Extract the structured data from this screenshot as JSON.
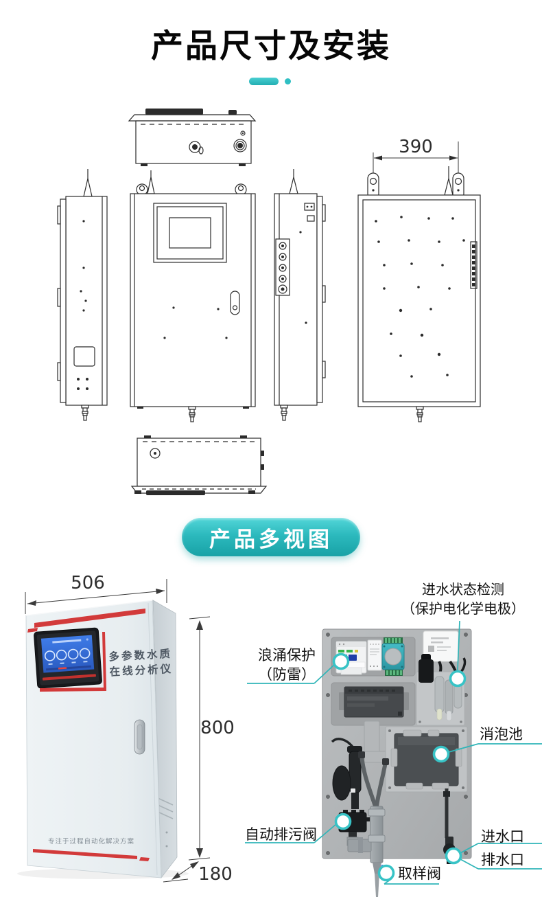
{
  "header": {
    "title": "产品尺寸及安装"
  },
  "drawings": {
    "back_width_dim": "390"
  },
  "banner": {
    "label": "产品多视图"
  },
  "cabinet": {
    "dim_width": "506",
    "dim_height": "800",
    "dim_depth": "180",
    "label_line1": "多参数水质",
    "label_line2": "在线分析仪",
    "footer_slogan": "专注于过程自动化解决方案"
  },
  "panel": {
    "callouts": {
      "inlet_detect_line1": "进水状态检测",
      "inlet_detect_line2": "（保护电化学电极）",
      "surge_line1": "浪涌保护",
      "surge_line2": "（防雷）",
      "defoam": "消泡池",
      "auto_drain": "自动排污阀",
      "water_inlet": "进水口",
      "water_outlet": "排水口",
      "sampling_valve": "取样阀"
    }
  },
  "colors": {
    "accent": "#2bb8bc",
    "red": "#d23a3a"
  }
}
